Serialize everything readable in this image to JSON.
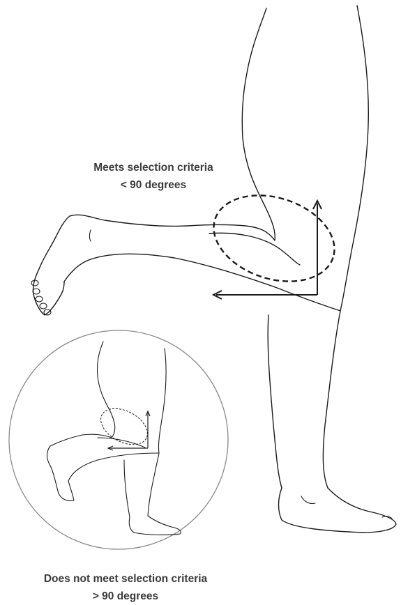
{
  "captions": {
    "meets": {
      "line1": "Meets selection criteria",
      "line2": "< 90 degrees"
    },
    "does_not_meet": {
      "line1": "Does not meet selection criteria",
      "line2": "> 90 degrees"
    }
  },
  "colors": {
    "line": "#1a1a1a",
    "inset_circle": "#8a8a8a",
    "caption_text": "#3a3a3a"
  }
}
